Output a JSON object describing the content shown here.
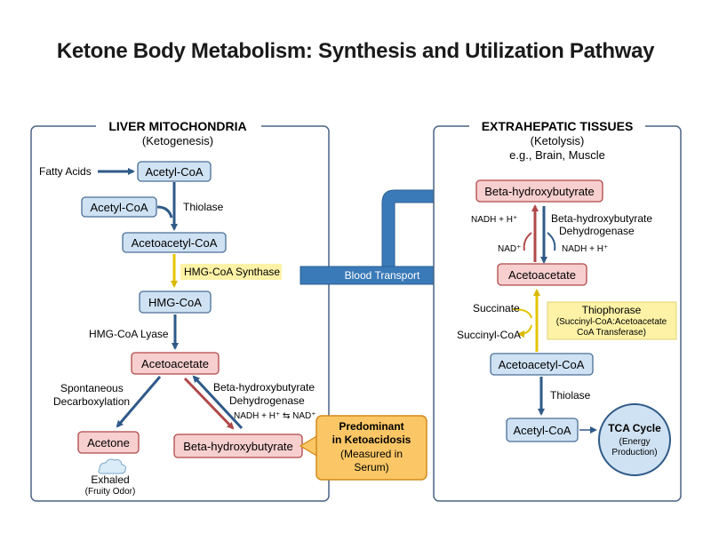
{
  "title": "Ketone Body Metabolism: Synthesis and Utilization Pathway",
  "liver": {
    "header": "LIVER MITOCHONDRIA",
    "subheader": "(Ketogenesis)",
    "fatty_acids": "Fatty Acids",
    "acetyl_coa_top": "Acetyl-CoA",
    "acetyl_coa_second": "Acetyl-CoA",
    "thiolase": "Thiolase",
    "acetoacetyl_coa": "Acetoacetyl-CoA",
    "hmg_synthase": "HMG-CoA Synthase",
    "hmg_coa": "HMG-CoA",
    "hmg_lyase": "HMG-CoA Lyase",
    "acetoacetate": "Acetoacetate",
    "spontaneous_1": "Spontaneous",
    "spontaneous_2": "Decarboxylation",
    "bhbd_1": "Beta-hydroxybutyrate",
    "bhbd_2": "Dehydrogenase",
    "nadh_nad": "NADH + H⁺ ⇆ NAD⁺",
    "acetone": "Acetone",
    "bhb": "Beta-hydroxybutyrate",
    "exhaled": "Exhaled",
    "fruity": "(Fruity Odor)"
  },
  "callout": {
    "line1": "Predominant",
    "line2": "in Ketoacidosis",
    "line3": "(Measured in",
    "line4": "Serum)"
  },
  "blood_transport": "Blood Transport",
  "extra": {
    "header": "EXTRAHEPATIC TISSUES",
    "subheader": "(Ketolysis)",
    "examples": "e.g., Brain, Muscle",
    "bhb": "Beta-hydroxybutyrate",
    "nadh_h": "NADH + H⁺",
    "nad": "NAD⁺",
    "bhbd_1": "Beta-hydroxybutyrate",
    "bhbd_2": "Dehydrogenase",
    "nadh_h_right": "NADH + H⁺",
    "acetoacetate": "Acetoacetate",
    "succinate": "Succinate",
    "succinyl_coa": "Succinyl-CoA",
    "thiophorase_1": "Thiophorase",
    "thiophorase_2": "(Succinyl-CoA:Acetoacetate",
    "thiophorase_3": "CoA Transferase)",
    "acetoacetyl_coa": "Acetoacetyl-CoA",
    "thiolase": "Thiolase",
    "acetyl_coa": "Acetyl-CoA",
    "tca_1": "TCA Cycle",
    "tca_2": "(Energy",
    "tca_3": "Production)"
  },
  "colors": {
    "node_blue": "#cfe2f3",
    "node_red": "#f7cfcf",
    "arrow_blue": "#2f5a88",
    "transport_blue": "#3a7ab8",
    "enzyme_yellow": "#fdf2a6",
    "callout_orange": "#fbc766"
  }
}
